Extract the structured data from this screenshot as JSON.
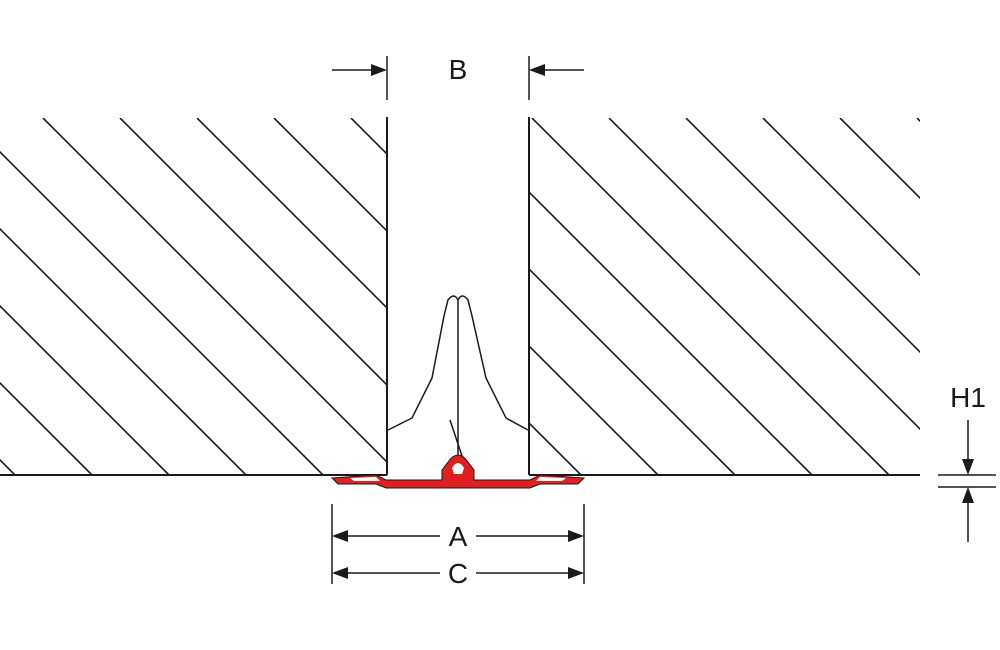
{
  "diagram": {
    "labels": {
      "b": "B",
      "a": "A",
      "c": "C",
      "h1": "H1"
    },
    "colors": {
      "profile": "#e02020",
      "ink": "#1a1a1a",
      "background": "#ffffff"
    }
  }
}
